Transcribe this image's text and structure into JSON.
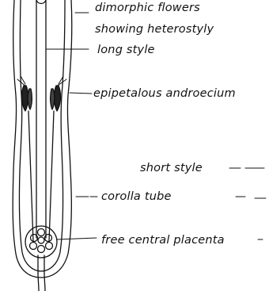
{
  "labels": {
    "dimorphic": "dimorphic flowers",
    "heterostyly": "showing heterostyly",
    "long_style": "long style",
    "androecium": "epipetalous androecium",
    "short_style": "short style",
    "corolla_tube": "corolla tube",
    "placenta": "free central placenta"
  },
  "colors": {
    "ink": "#111111",
    "paper": "#ffffff"
  }
}
